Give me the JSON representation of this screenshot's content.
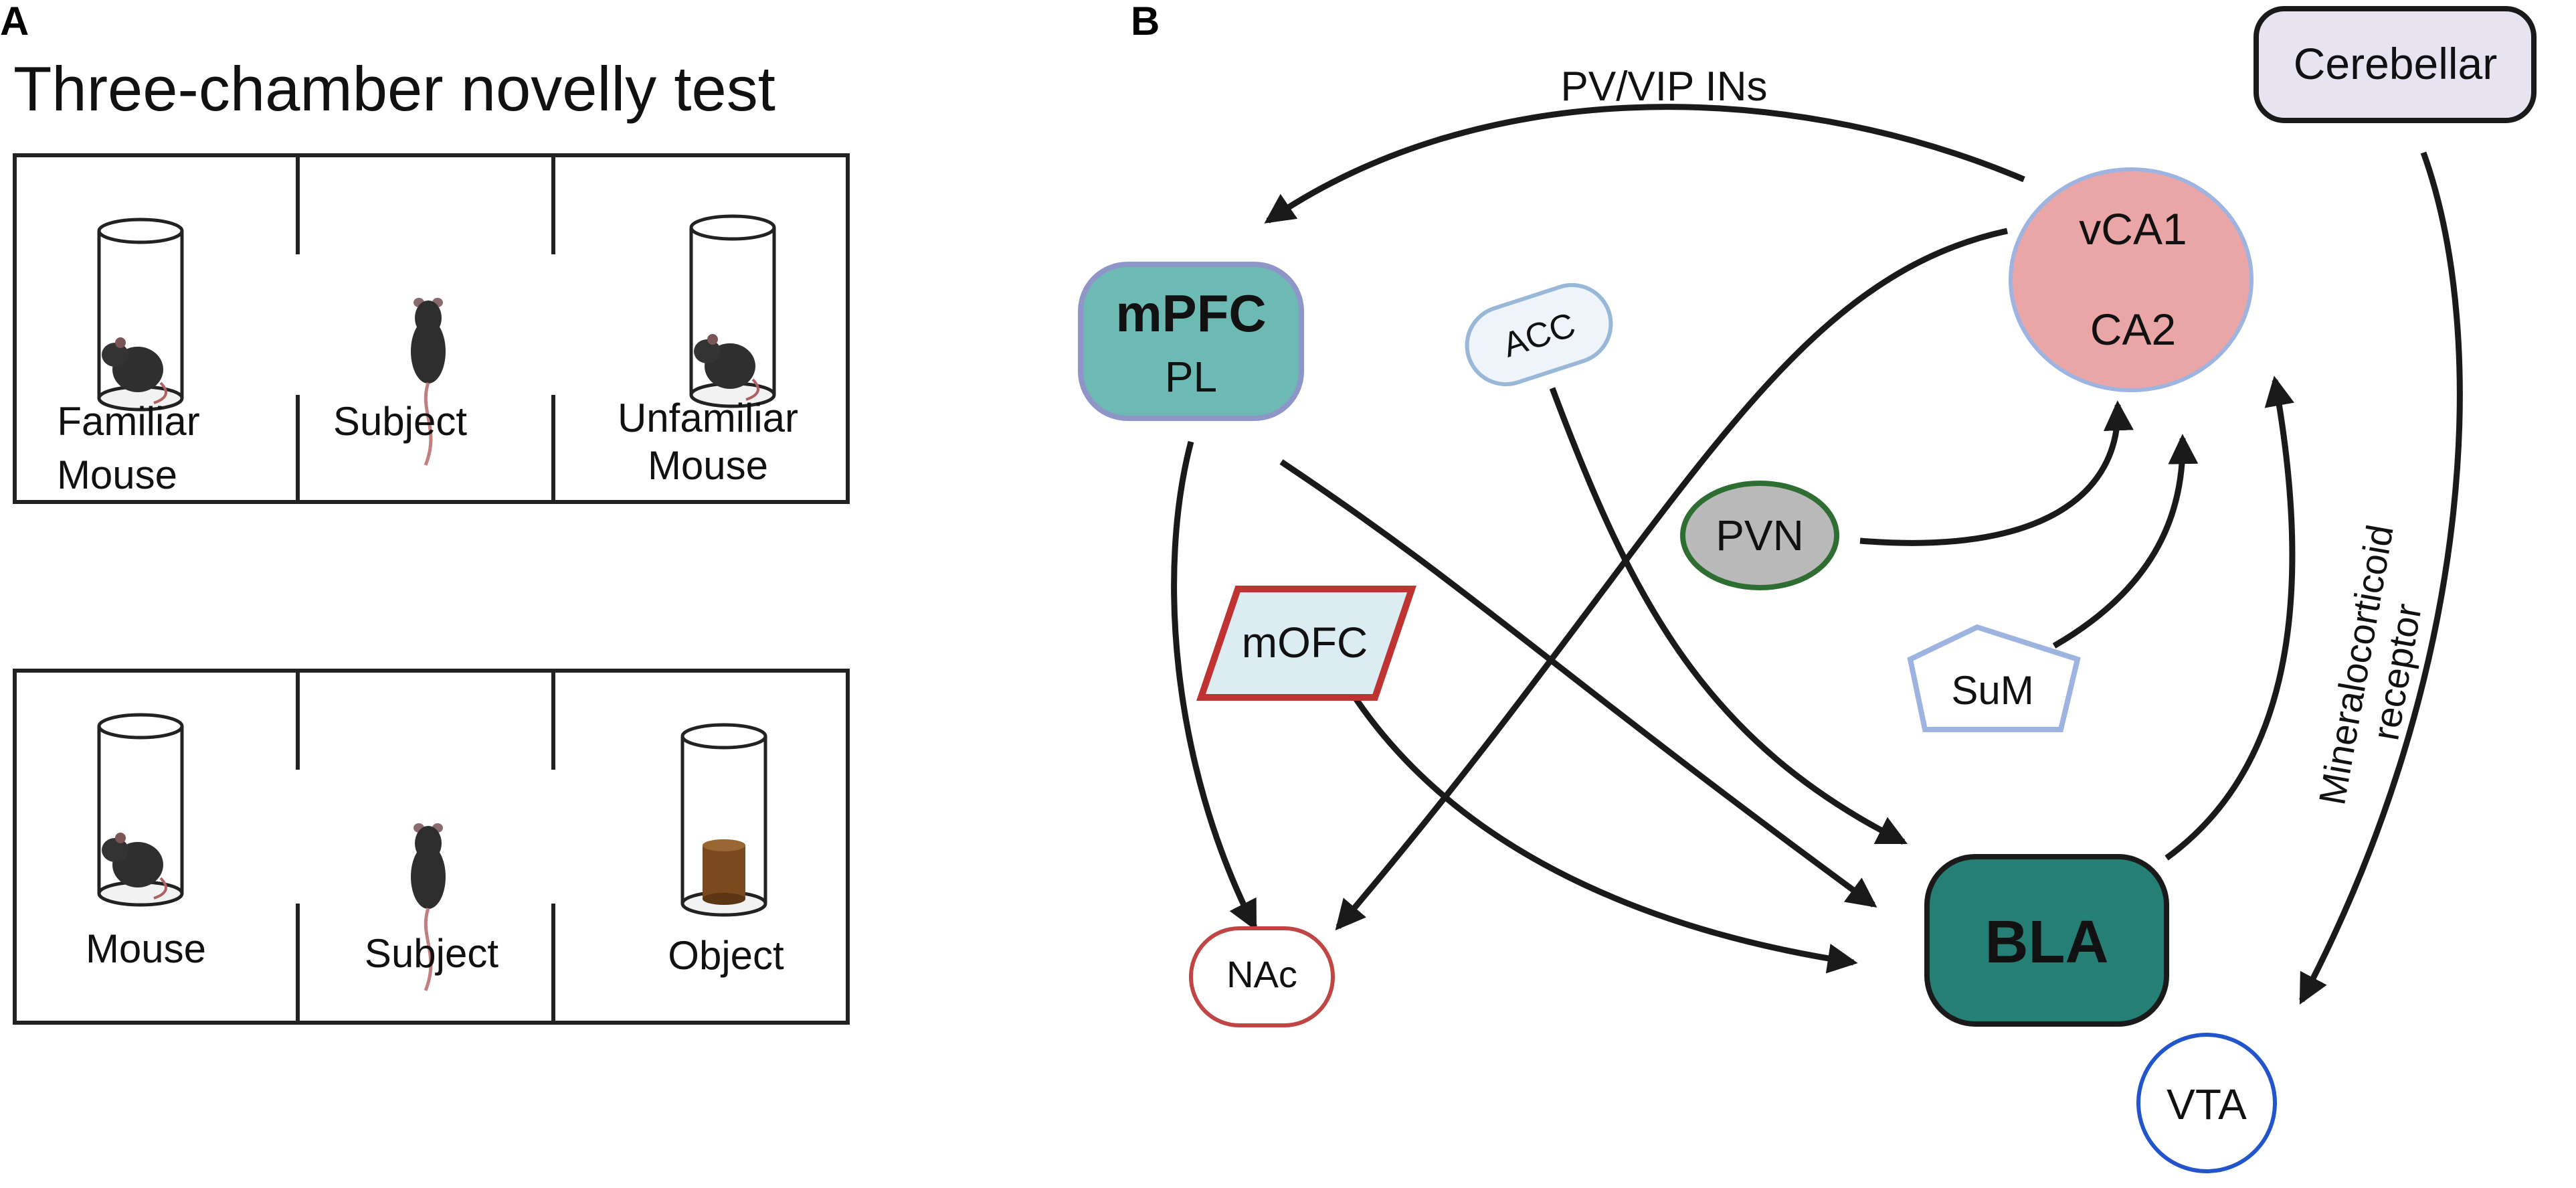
{
  "panel_a": {
    "letter": "A",
    "title": "Three-chamber novelly test",
    "trial1": {
      "left": [
        "Familiar",
        "Mouse"
      ],
      "center": "Subject",
      "right": [
        "Unfamiliar",
        "Mouse"
      ]
    },
    "trial2": {
      "left": "Mouse",
      "center": "Subject",
      "right": "Object"
    }
  },
  "panel_b": {
    "letter": "B",
    "nodes": {
      "mpfc": {
        "line1": "mPFC",
        "line2": "PL",
        "fill": "#6db9b3",
        "stroke": "#8e96c7"
      },
      "acc": {
        "label": "ACC"
      },
      "vca1": {
        "line1": "vCA1",
        "line2": "CA2",
        "fill": "#eaa6a6"
      },
      "cerebellar": {
        "label": "Cerebellar",
        "fill": "#e8e3f1"
      },
      "pvn": {
        "label": "PVN",
        "fill": "#b9b9b9",
        "stroke": "#2f6e33"
      },
      "mofc": {
        "label": "mOFC",
        "fill": "#dcecf3",
        "stroke": "#c03333"
      },
      "sum": {
        "label": "SuM"
      },
      "nac": {
        "label": "NAc",
        "stroke": "#c04545"
      },
      "bla": {
        "label": "BLA",
        "fill": "#267f74"
      },
      "vta": {
        "label": "VTA",
        "stroke": "#2255cc"
      }
    },
    "edge_labels": {
      "pv_vip": "PV/VIP INs",
      "mineralocorticoid_1": "Mineralocorticoid",
      "mineralocorticoid_2": "receptor"
    }
  }
}
